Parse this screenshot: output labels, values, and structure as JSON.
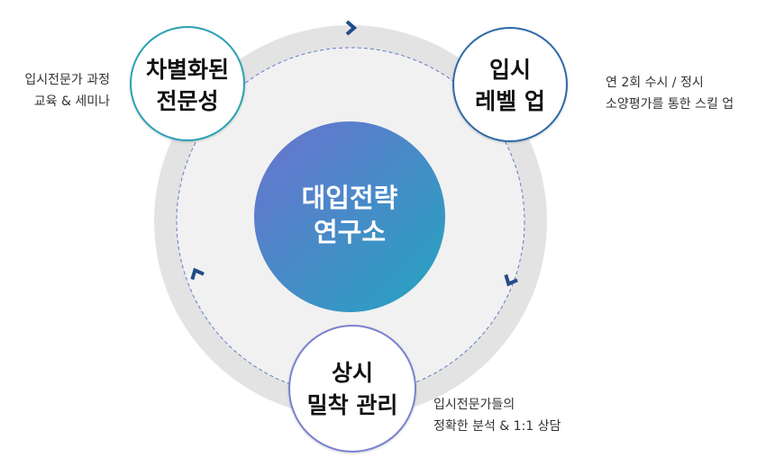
{
  "center": {
    "line1": "대입전략",
    "line2": "연구소"
  },
  "nodes": {
    "top_left": {
      "line1": "차별화된",
      "line2": "전문성"
    },
    "top_right": {
      "line1": "입시",
      "line2": "레벨 업"
    },
    "bottom": {
      "line1": "상시",
      "line2": "밀착 관리"
    }
  },
  "descriptions": {
    "top_left": [
      "입시전문가 과정",
      "교육 & 세미나"
    ],
    "top_right": [
      "연 2회 수시 / 정시",
      "소양평가를 통한 스킬 업"
    ],
    "bottom": [
      "입시전문가들의",
      "정확한 분석 & 1:1 상담"
    ]
  },
  "colors": {
    "ring_outer": "#e3e3e3",
    "ring_inner": "#f1f1f1",
    "dashed": "#5f7fc4",
    "arrow": "#224a8a",
    "node_top_left_border": "#2aa1b7",
    "node_top_right_border": "#2f6aa8",
    "node_bottom_border": "#7a82cf",
    "center_gradient_start": "#6c72cf",
    "center_gradient_end": "#23a4c0"
  }
}
